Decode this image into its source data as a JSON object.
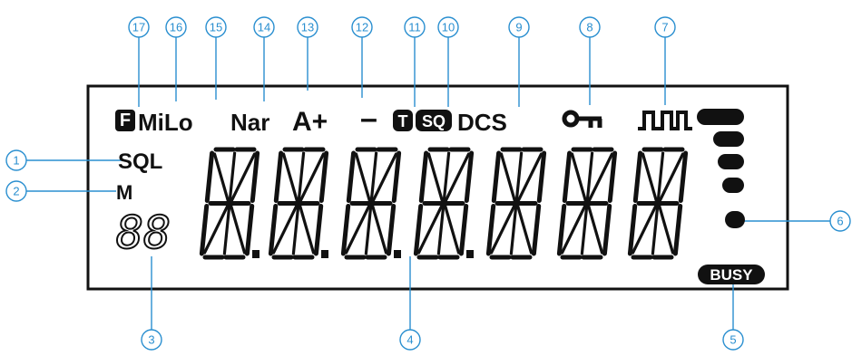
{
  "callouts": [
    "17",
    "16",
    "15",
    "14",
    "13",
    "12",
    "11",
    "10",
    "9",
    "8",
    "7",
    "1",
    "2",
    "6",
    "3",
    "4",
    "5"
  ],
  "indicators": {
    "f_label": "F",
    "milo": "MiLo",
    "nar": "Nar",
    "a_plus": "A+",
    "minus": "–",
    "t_label": "T",
    "sq_label": "SQ",
    "dcs": "DCS",
    "sql": "SQL",
    "m": "M",
    "channel": "88",
    "busy": "BUSY"
  },
  "colors": {
    "callout": "#2a8fd0",
    "lcd_ink": "#111111",
    "outline": "#111111"
  }
}
